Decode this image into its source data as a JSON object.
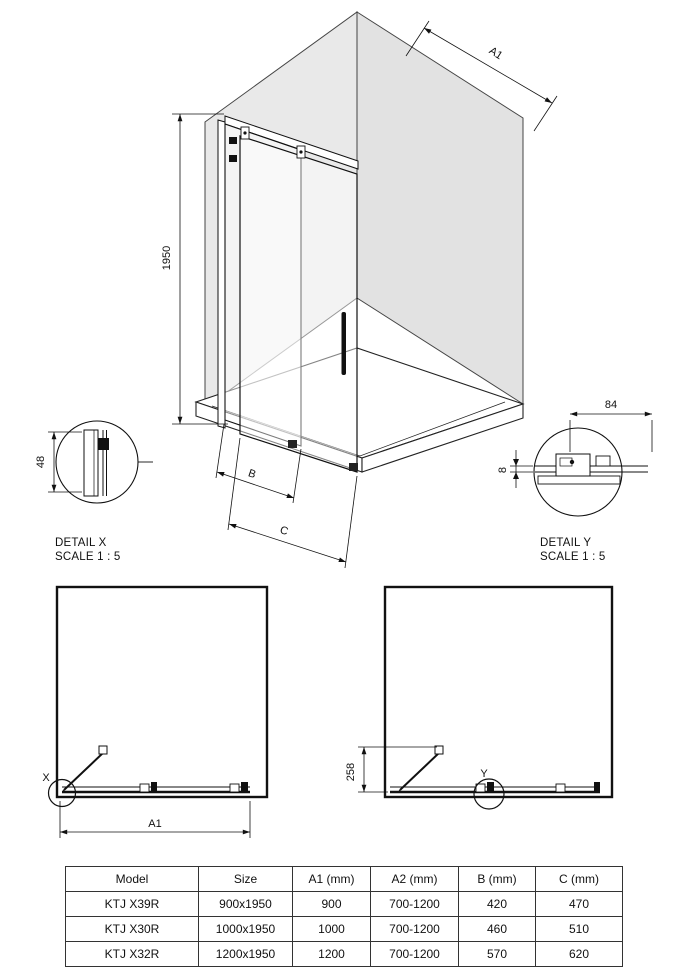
{
  "main_drawing": {
    "width_label": "A1",
    "height_label": "1950",
    "b_label": "B",
    "c_label": "C"
  },
  "detail_x": {
    "title": "DETAIL X",
    "scale": "SCALE 1 : 5",
    "dim_depth": "48"
  },
  "detail_y": {
    "title": "DETAIL Y",
    "scale": "SCALE 1 : 5",
    "dim_84": "84",
    "dim_8": "8"
  },
  "plan_left": {
    "callout": "X",
    "dim_width": "A1"
  },
  "plan_right": {
    "callout": "Y",
    "dim_opening": "258"
  },
  "colors": {
    "wall_fill": "#e9e9e9",
    "wall_fill_dark": "#e2e2e2",
    "line": "#111111"
  },
  "table": {
    "headers": [
      "Model",
      "Size",
      "A1 (mm)",
      "A2 (mm)",
      "B (mm)",
      "C (mm)"
    ],
    "rows": [
      [
        "KTJ X39R",
        "900x1950",
        "900",
        "700-1200",
        "420",
        "470"
      ],
      [
        "KTJ X30R",
        "1000x1950",
        "1000",
        "700-1200",
        "460",
        "510"
      ],
      [
        "KTJ X32R",
        "1200x1950",
        "1200",
        "700-1200",
        "570",
        "620"
      ]
    ]
  }
}
